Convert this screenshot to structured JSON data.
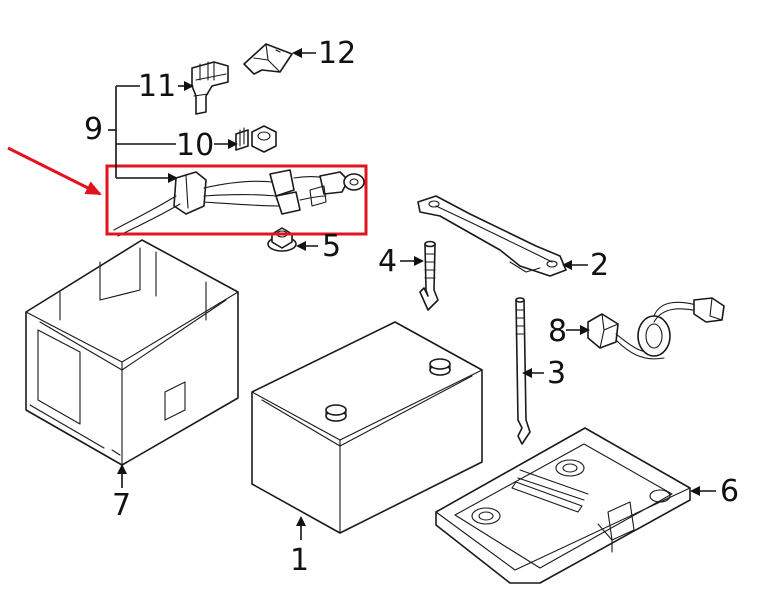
{
  "diagram": {
    "callouts": {
      "c1": "1",
      "c2": "2",
      "c3": "3",
      "c4": "4",
      "c5": "5",
      "c6": "6",
      "c7": "7",
      "c8": "8",
      "c9": "9",
      "c10": "10",
      "c11": "11",
      "c12": "12"
    },
    "highlight": {
      "target_callout": "9",
      "box_color": "#e0141e",
      "arrow_color": "#e0141e"
    },
    "line_color": "#1a1a1a"
  }
}
